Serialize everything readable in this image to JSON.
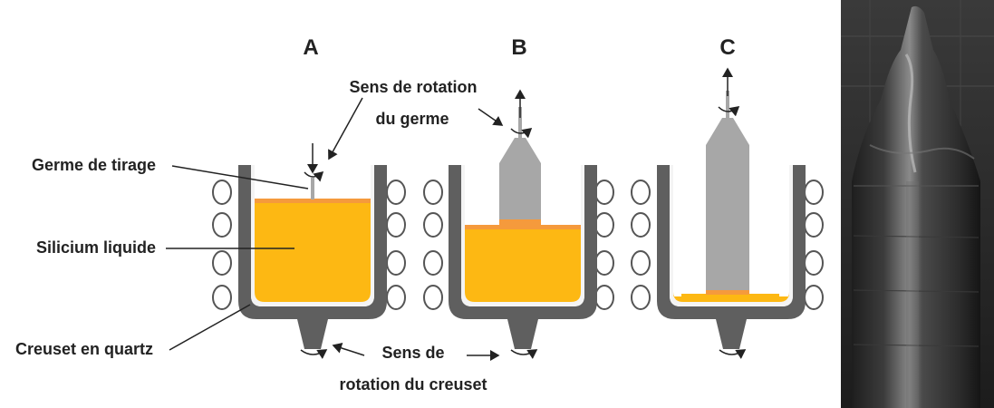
{
  "stages": [
    {
      "letter": "A"
    },
    {
      "letter": "B"
    },
    {
      "letter": "C"
    }
  ],
  "labels": {
    "seed": "Germe de tirage",
    "liquid": "Silicium liquide",
    "crucible": "Creuset en quartz",
    "seed_rotation_line1": "Sens de rotation",
    "seed_rotation_line2": "du germe",
    "crucible_rotation_line1": "Sens de",
    "crucible_rotation_line2": "rotation du creuset"
  },
  "melt_fill_levels": {
    "A": 0.9,
    "B": 0.6,
    "C": 0.08
  },
  "colors": {
    "crucible_wall": "#5f5f5f",
    "quartz_liner": "#f4f4f4",
    "melt": "#fdb813",
    "melt_surface": "#f59a3c",
    "crystal": "#a7a7a7",
    "heater_coil": "#ffffff",
    "ingot_photo_bg": "#2a2a2a"
  },
  "photo": {
    "subject": "silicon-ingot-photo"
  }
}
